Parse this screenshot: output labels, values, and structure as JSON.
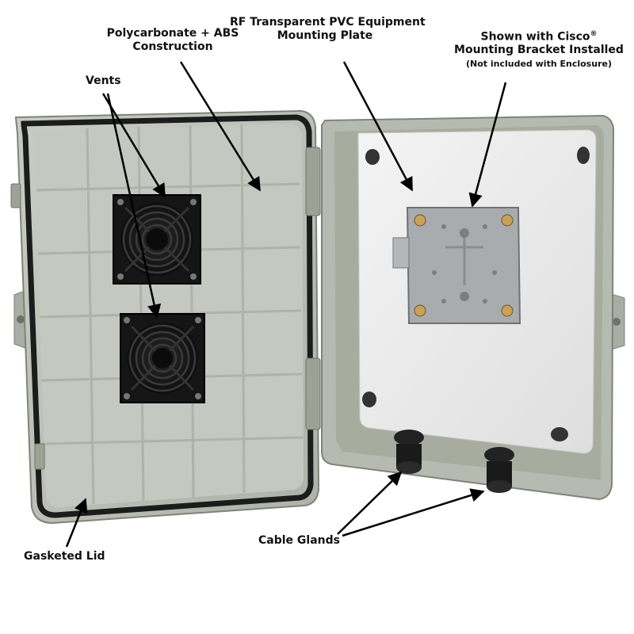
{
  "labels": {
    "construction": {
      "line1": "Polycarbonate + ABS",
      "line2": "Construction"
    },
    "mounting_plate": {
      "line1": "RF Transparent PVC Equipment",
      "line2": "Mounting Plate"
    },
    "bracket": {
      "line1": "Shown with Cisco",
      "mark": "®",
      "line2": "Mounting Bracket Installed",
      "note": "(Not included with Enclosure)"
    },
    "vents": "Vents",
    "gasketed_lid": "Gasketed Lid",
    "cable_glands": "Cable Glands"
  },
  "colors": {
    "enclosure_gray": "#b9bdb4",
    "enclosure_dark": "#8f958c",
    "inner_gray": "#c4c8c1",
    "gasket": "#1c1c1c",
    "plate_white": "#eeeeee",
    "bracket_steel": "#a9acaf",
    "fan_black": "#1a1a1a",
    "arrow": "#000000"
  }
}
